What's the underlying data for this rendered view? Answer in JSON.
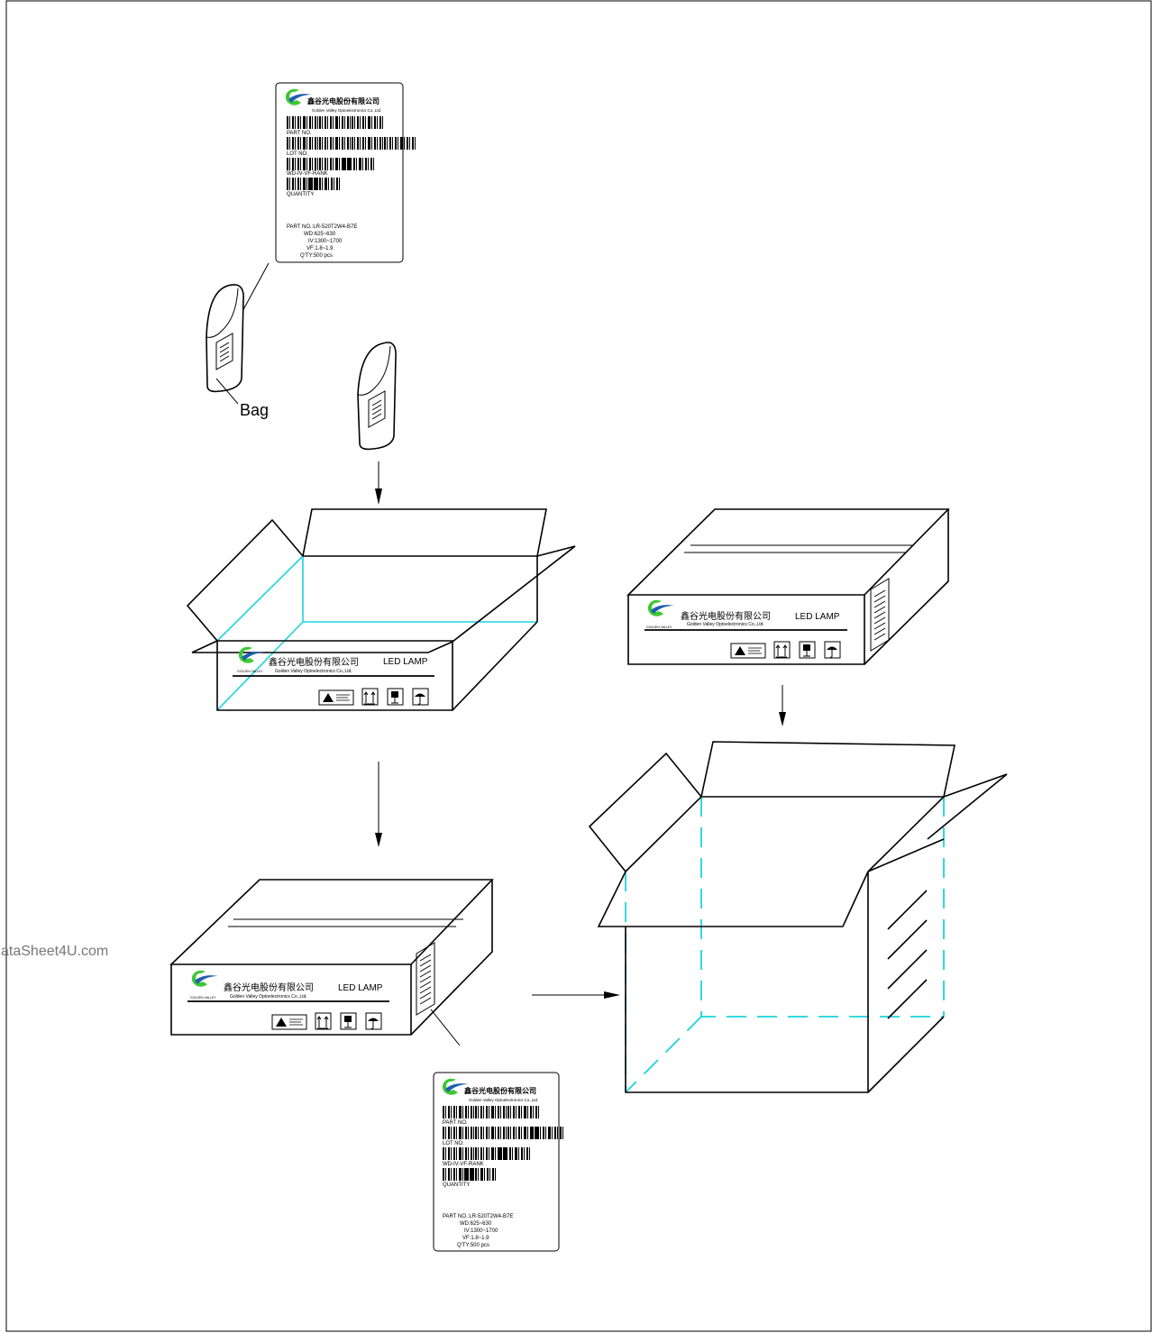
{
  "watermark": "ataSheet4U.com",
  "callouts": {
    "bag": "Bag"
  },
  "label": {
    "company_cn": "鑫谷光电股份有限公司",
    "company_en": "Golden Valley Optoelectronics Co.,Ltd.",
    "fields": [
      "PART NO.",
      "LOT NO.",
      "WD-IV-VF-RANK",
      "QUANTITY"
    ],
    "part_no": "PART NO.:LR-520T2W4-B7E",
    "wd": "WD:625~630",
    "iv": "IV:1300~1700",
    "vf": "VF:1.8~1.9",
    "qty": "Q'TY:500 pcs"
  },
  "box": {
    "company_cn": "鑫谷光电股份有限公司",
    "company_en": "Golden Valley Optoelectronics Co.,Ltd.",
    "product": "LED LAMP",
    "logo_caption": "GOLDEN VALLEY"
  },
  "colors": {
    "hidden_edge": "#1ad4dc",
    "logo_green": "#3ec832",
    "logo_blue": "#1f5fae"
  },
  "icons": [
    "esd-warning-icon",
    "this-way-up-icon",
    "keep-dry-icon",
    "umbrella-icon"
  ]
}
